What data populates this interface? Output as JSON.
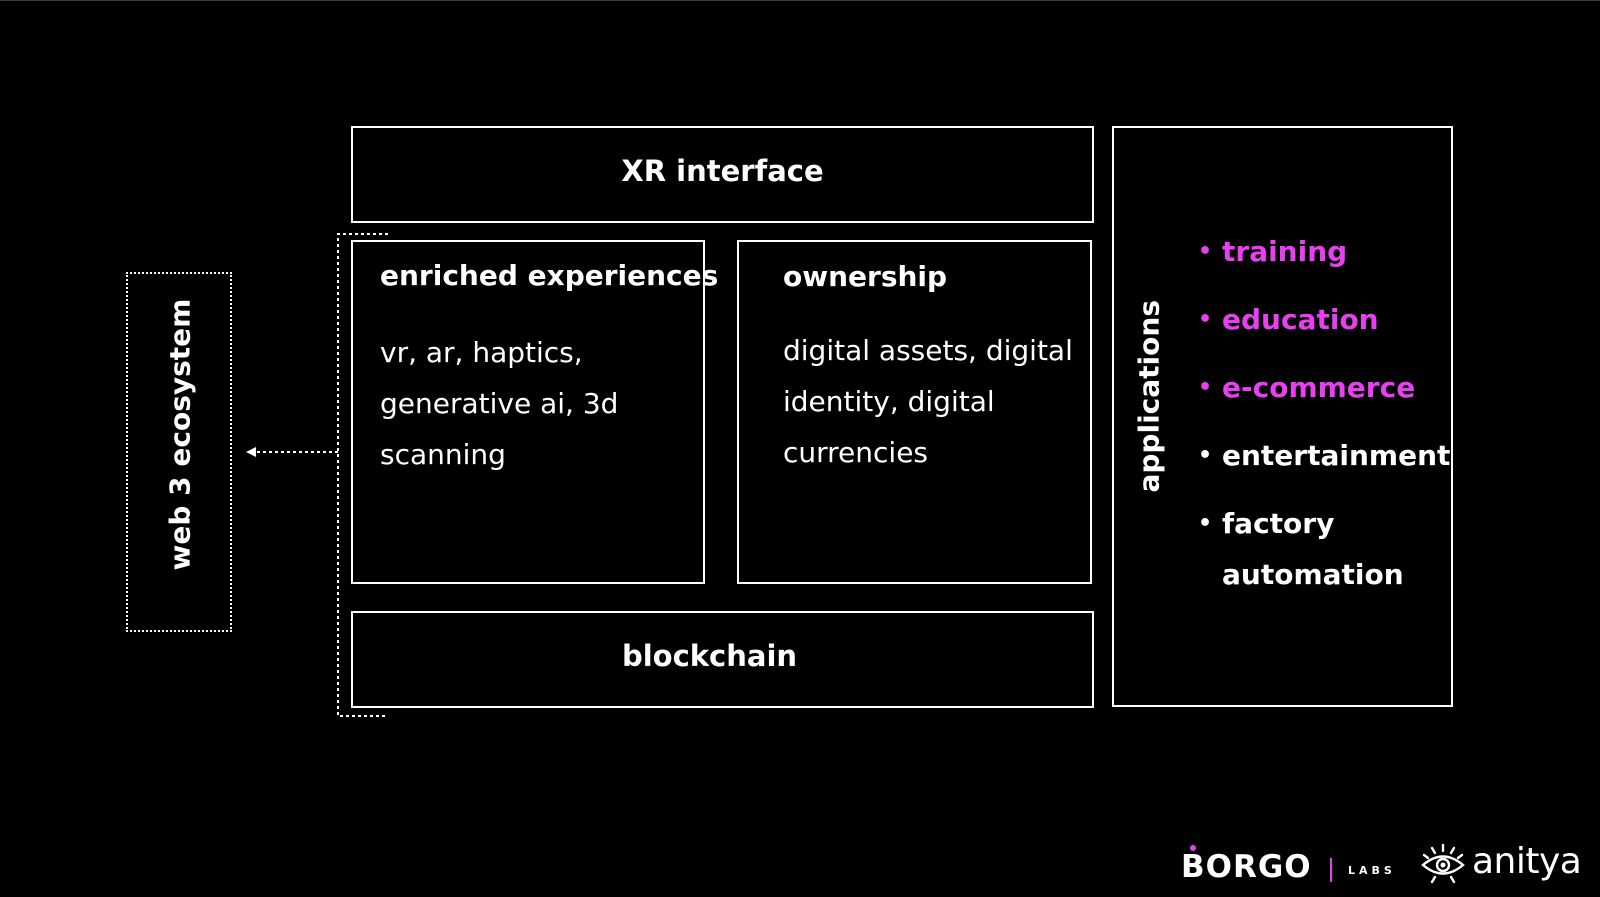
{
  "diagram": {
    "xr_interface": "XR interface",
    "blockchain": "blockchain",
    "web3": "web 3 ecosystem",
    "enriched": {
      "title": "enriched experiences",
      "body": "vr, ar, haptics, generative ai, 3d scanning"
    },
    "ownership": {
      "title": "ownership",
      "body": "digital assets, digital identity, digital currencies"
    },
    "applications": {
      "title": "applications",
      "items": [
        {
          "label": "training",
          "color": "#e83ff0"
        },
        {
          "label": "education",
          "color": "#e83ff0"
        },
        {
          "label": "e-commerce",
          "color": "#e83ff0"
        },
        {
          "label": "entertainment",
          "color": "#ffffff"
        },
        {
          "label": "factory automation",
          "color": "#ffffff"
        }
      ]
    }
  },
  "footer": {
    "borgo": "BORGO",
    "labs": "LABS",
    "anitya": "anitya"
  },
  "colors": {
    "accent": "#e83ff0",
    "background": "#000000",
    "foreground": "#ffffff"
  }
}
